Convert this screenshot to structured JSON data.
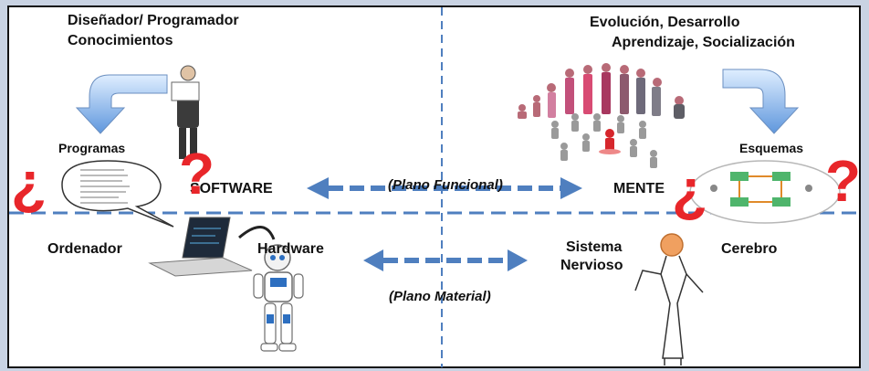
{
  "labels": {
    "designer_line1": "Diseñador/ Programador",
    "designer_line2": "Conocimientos",
    "evolution_line1": "Evolución, Desarrollo",
    "evolution_line2": "Aprendizaje, Socialización",
    "programs": "Programas",
    "software": "SOFTWARE",
    "mente": "MENTE",
    "esquemas": "Esquemas",
    "plano_funcional": "(Plano Funcional)",
    "plano_material": "(Plano Material)",
    "ordenador": "Ordenador",
    "hardware": "Hardware",
    "sistema_line1": "Sistema",
    "sistema_line2": "Nervioso",
    "cerebro": "Cerebro"
  },
  "symbols": {
    "question_open": "¿",
    "question_close": "?"
  },
  "colors": {
    "arrow_blue": "#4f7fbf",
    "curve_arrow": "#6fa3e0",
    "question_red": "#e8262a",
    "divider": "#4f7fbf"
  }
}
